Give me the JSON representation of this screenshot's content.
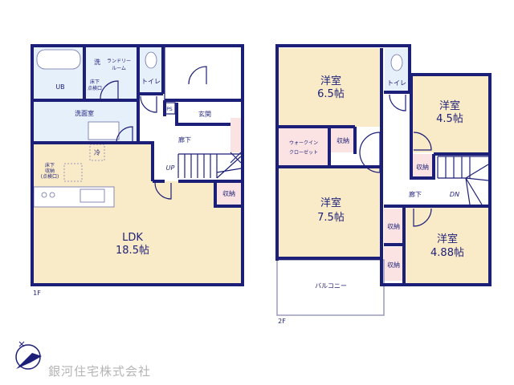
{
  "colors": {
    "wall": "#1c1f78",
    "living": "#faebc8",
    "wet": "#e6f0fa",
    "storage": "#fbe3e3"
  },
  "floor1": {
    "label": "1F",
    "rooms": {
      "ub": "UB",
      "wash_mark": "洗",
      "laundry": "ランドリールーム",
      "laundry_l1": "ランドリー",
      "laundry_l2": "ルーム",
      "inspect_l1": "床下",
      "inspect_l2": "点検口",
      "toilet": "トイレ",
      "washroom": "洗面室",
      "ps": "PS",
      "entrance": "玄関",
      "hall": "廊下",
      "fridge": "冷",
      "under_l1": "床下",
      "under_l2": "収納",
      "under_l3": "(点検口)",
      "up": "UP",
      "storage": "収納",
      "ldk": "LDK",
      "ldk_size": "18.5帖"
    }
  },
  "floor2": {
    "label": "2F",
    "rooms": {
      "r1": "洋室",
      "r1_size": "6.5帖",
      "toilet": "トイレ",
      "r2": "洋室",
      "r2_size": "4.5帖",
      "wic_l1": "ウォークイン",
      "wic_l2": "クローゼット",
      "storage1": "収納",
      "storage2": "収納",
      "r3": "洋室",
      "r3_size": "7.5帖",
      "hall": "廊下",
      "dn": "DN",
      "storage3": "収納",
      "storage4": "収納",
      "r4": "洋室",
      "r4_size": "4.88帖",
      "balcony": "バルコニー"
    }
  },
  "logo": {
    "company": "銀河住宅株式会社",
    "icon": "compass-bird-logo"
  }
}
